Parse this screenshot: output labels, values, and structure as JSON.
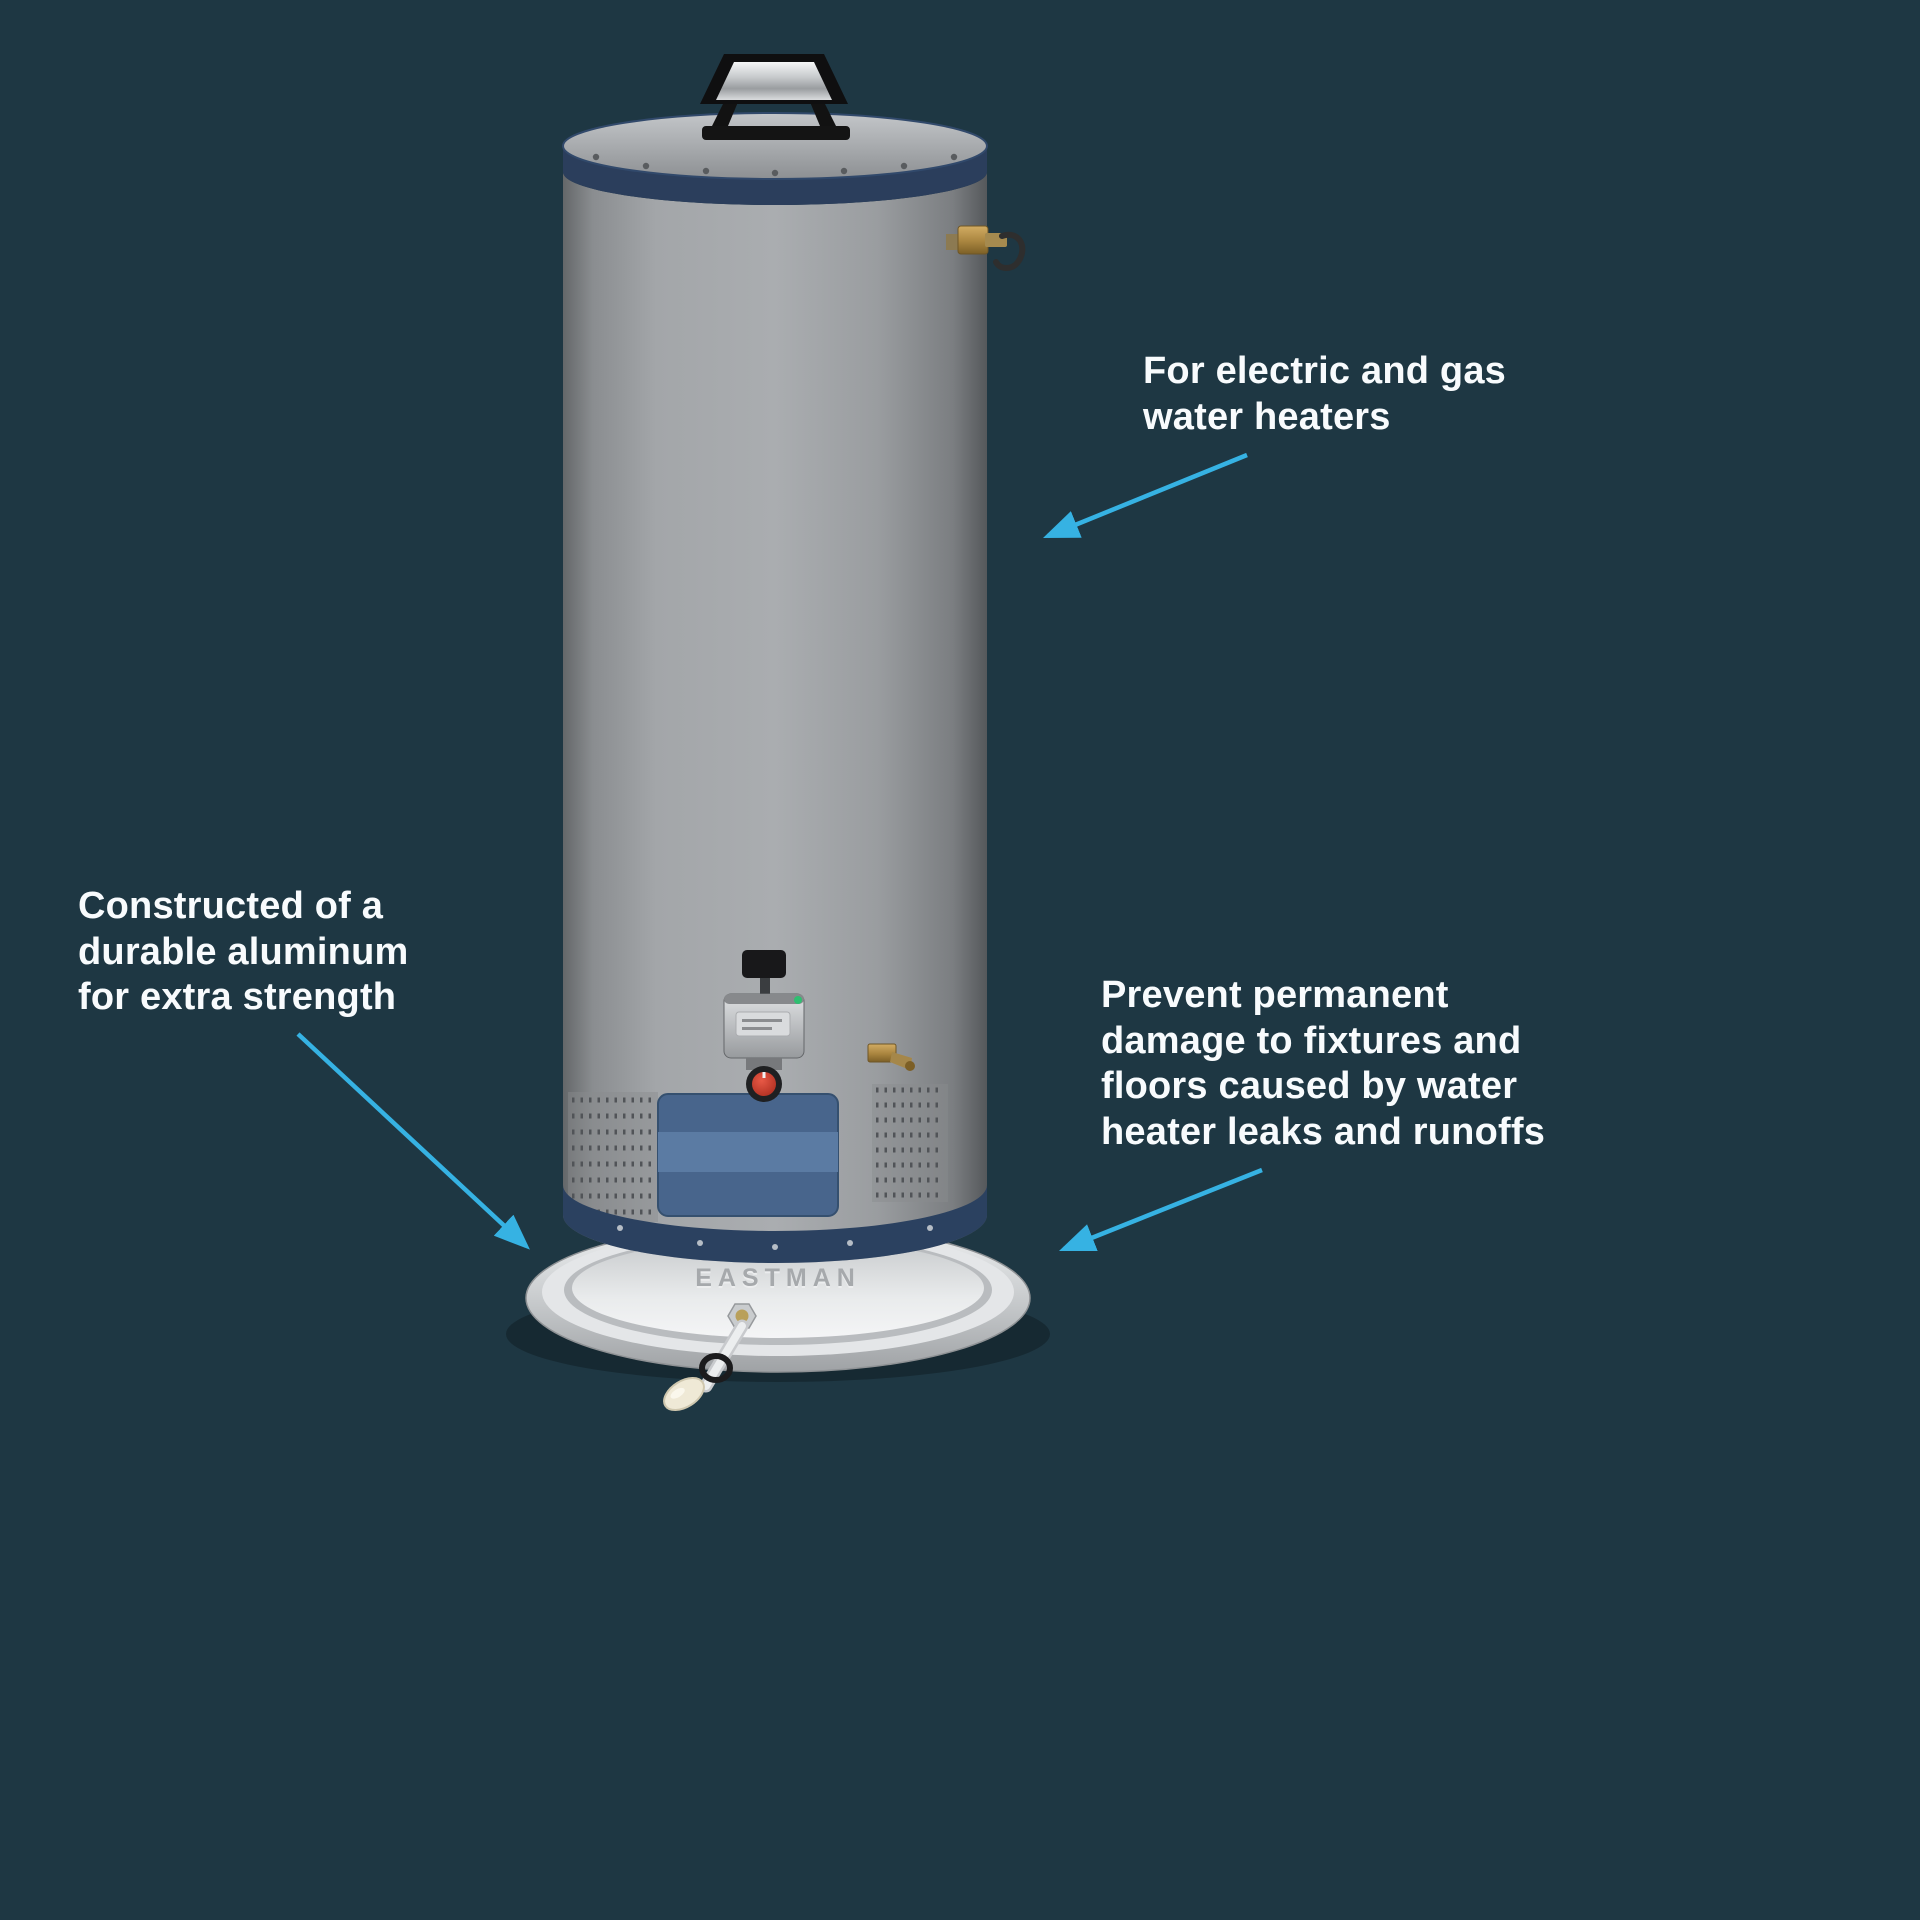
{
  "colors": {
    "background": "#1e3743",
    "accent": "#36b2e3",
    "text": "#f8fbfd"
  },
  "callouts": {
    "electric_gas": {
      "text": "For electric and gas\nwater heaters"
    },
    "aluminum": {
      "text": "Constructed of a\ndurable aluminum\nfor extra strength"
    },
    "prevent_damage": {
      "text": "Prevent permanent\ndamage to fixtures and\nfloors caused by water\nheater leaks and runoffs"
    }
  },
  "product": {
    "pan_brand_text": "EASTMAN"
  }
}
